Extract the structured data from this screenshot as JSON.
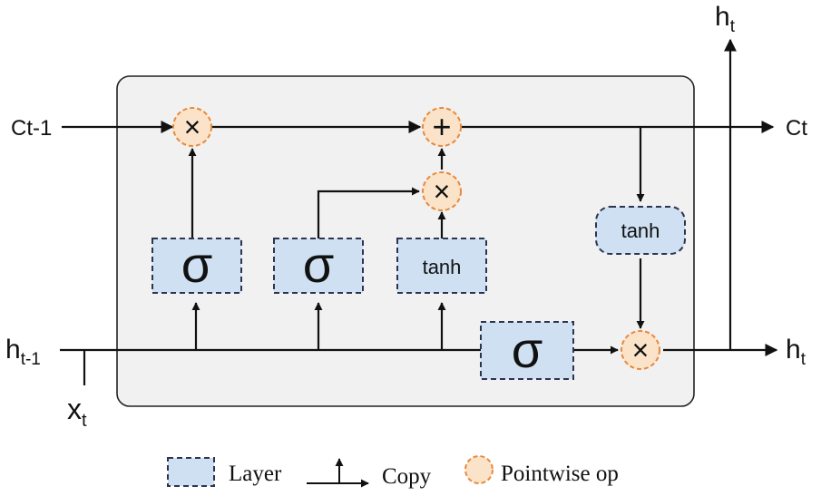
{
  "colors": {
    "cell_fill": "#f1f1f1",
    "cell_stroke": "#222222",
    "layer_fill": "#cfe0f2",
    "layer_stroke": "#2b3550",
    "op_fill": "#fbe3c9",
    "op_stroke": "#e8893a",
    "line": "#111111"
  },
  "labels": {
    "c_prev": "Ct-1",
    "c_next": "Ct",
    "h_prev_base": "h",
    "h_prev_sub": "t-1",
    "x_base": "x",
    "x_sub": "t",
    "h_out_base": "h",
    "h_out_sub": "t",
    "h_top_base": "h",
    "h_top_sub": "t"
  },
  "layers": {
    "forget_gate": "σ",
    "input_gate": "σ",
    "candidate": "tanh",
    "output_gate": "σ",
    "cell_tanh": "tanh"
  },
  "ops": {
    "forget_multiply": "×",
    "cell_add": "+",
    "input_multiply": "×",
    "output_multiply": "×"
  },
  "legend": {
    "layer": "Layer",
    "copy": "Copy",
    "pointwise": "Pointwise op"
  }
}
